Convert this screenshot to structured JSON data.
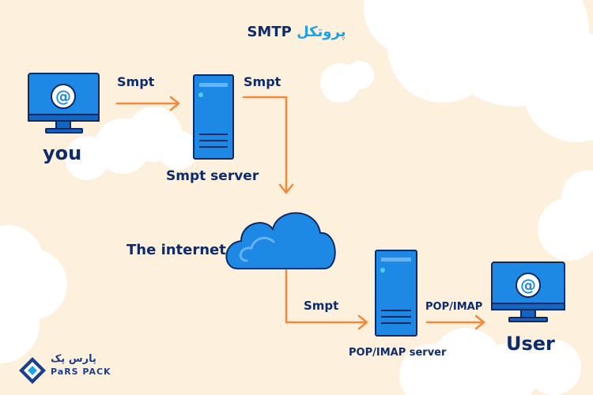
{
  "title": {
    "persian": "پروتکل",
    "english": "SMTP"
  },
  "nodes": {
    "sender_label": "you",
    "smtp_server_label": "Smpt server",
    "internet_label": "The internet",
    "pop_imap_server_label": "POP/IMAP server",
    "receiver_label": "User"
  },
  "edges": {
    "you_to_server": "Smpt",
    "server_to_internet": "Smpt",
    "internet_to_popimap": "Smpt",
    "popimap_to_user": "POP/IMAP"
  },
  "logo": {
    "persian": "پارس پک",
    "english": "PaRS PACK"
  },
  "colors": {
    "background": "#fdf0dc",
    "cloud": "#ffffff",
    "navy_text": "#0d2c6b",
    "accent_blue": "#1ea3e6",
    "arrow": "#f28a3a",
    "device_blue": "#1e88e5",
    "outline": "#0f2a63"
  },
  "icons": [
    "computer-monitor-at-icon",
    "server-tower-icon",
    "cloud-icon",
    "pars-pack-logo-icon"
  ]
}
